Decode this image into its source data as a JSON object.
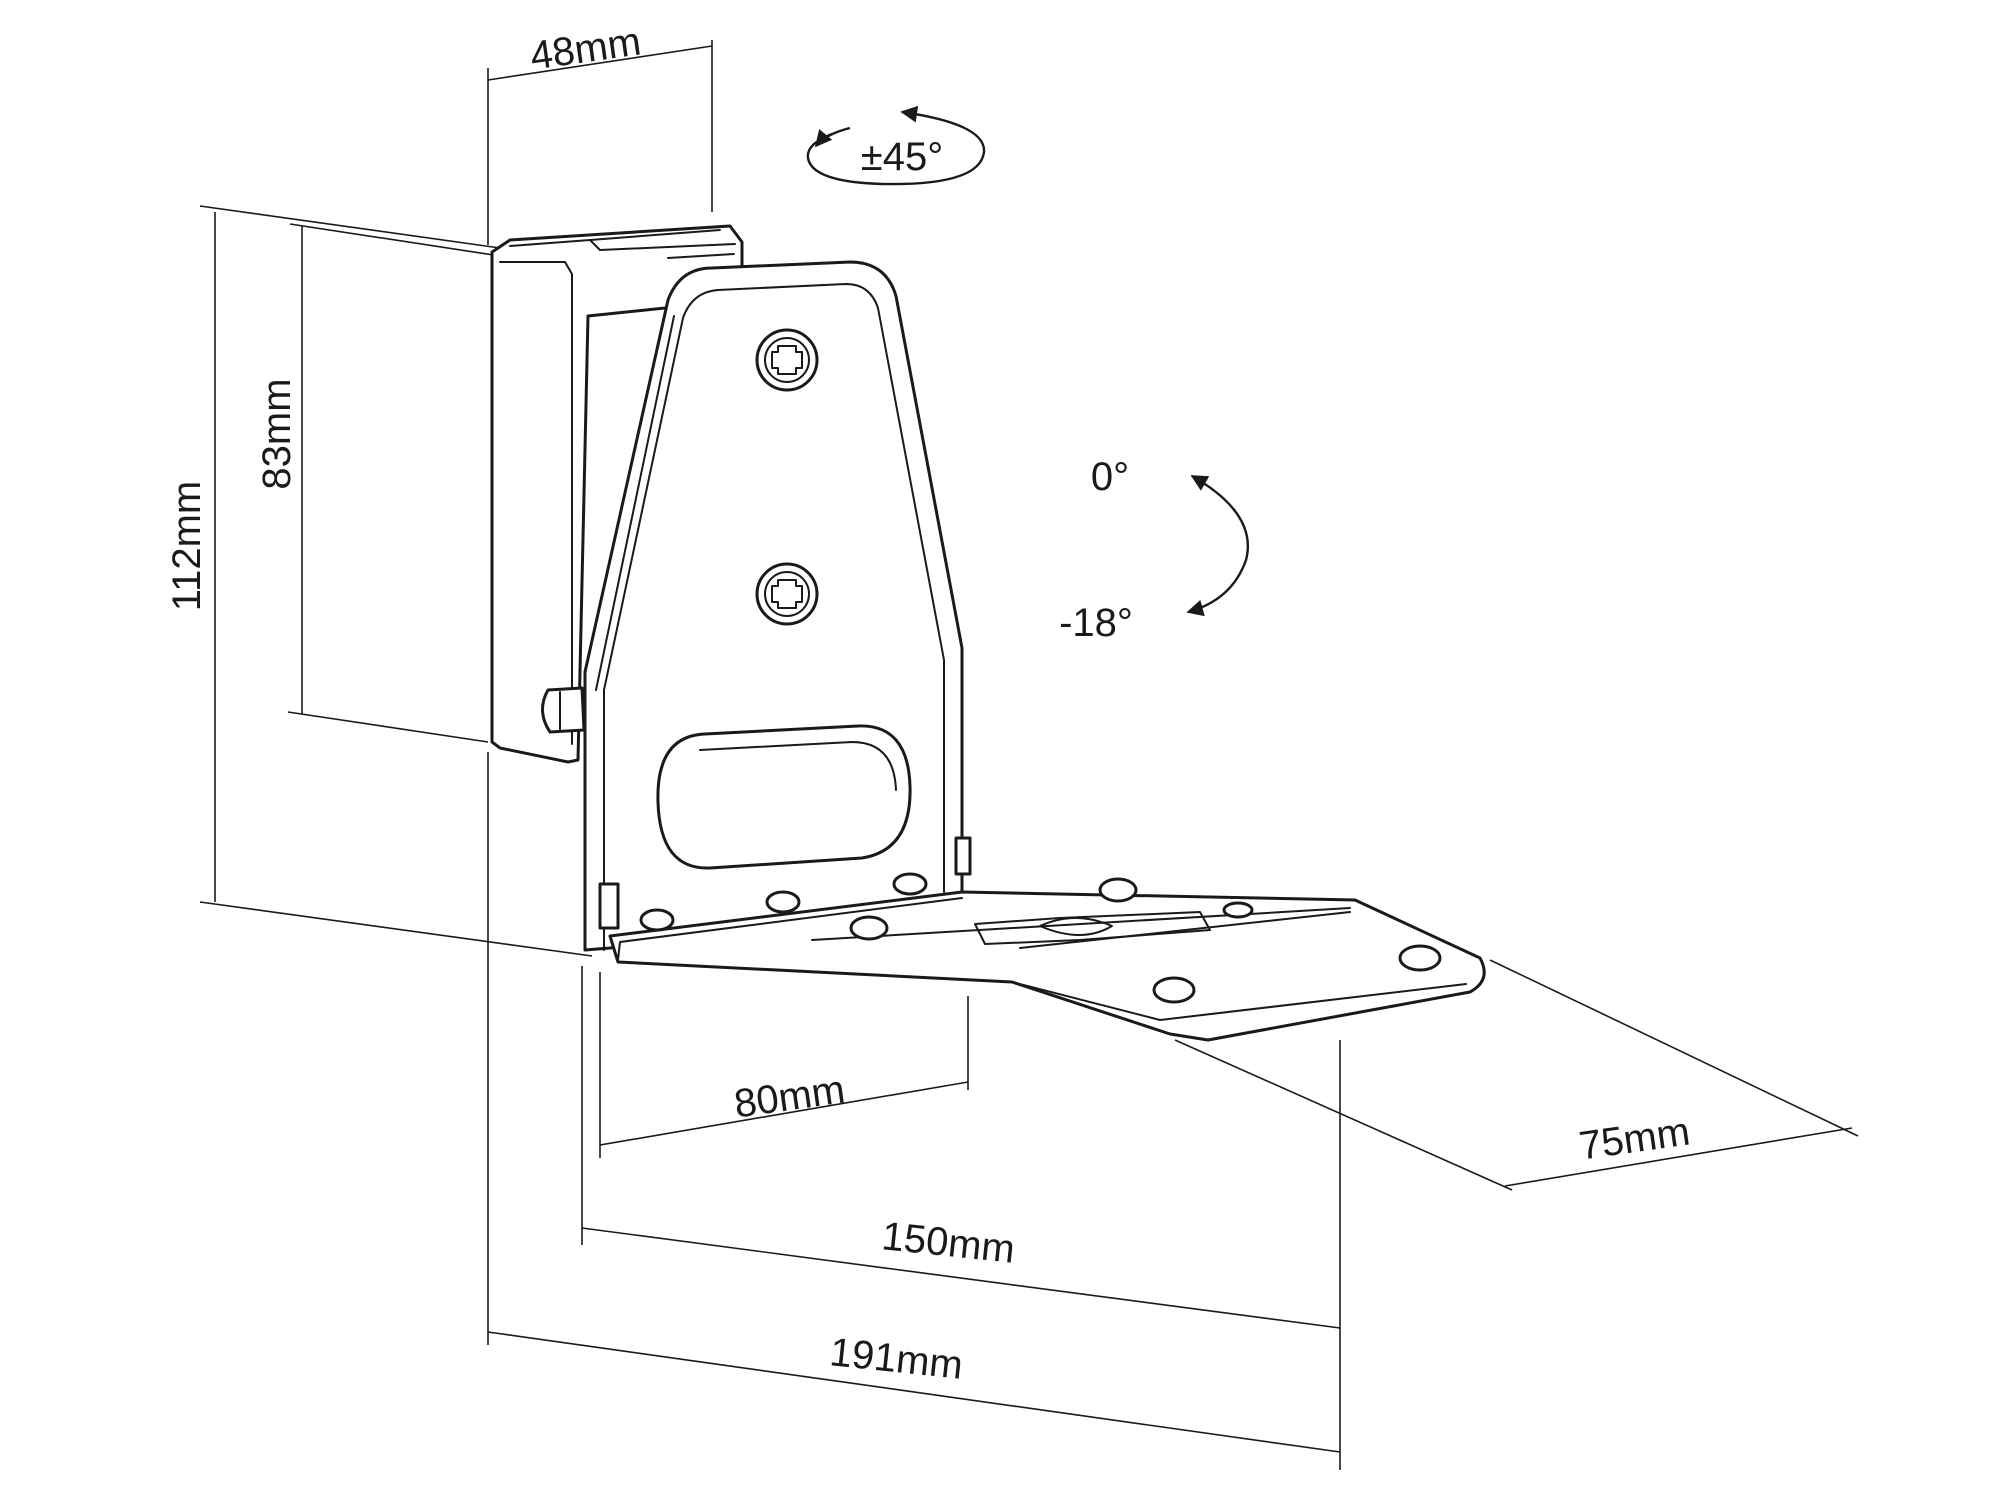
{
  "dimensions": {
    "width_top": "48mm",
    "height_total": "112mm",
    "height_plate": "83mm",
    "depth_arm": "80mm",
    "depth_mid": "150mm",
    "depth_total": "191mm",
    "platform_width": "75mm"
  },
  "angles": {
    "swivel": "±45°",
    "tilt_top": "0°",
    "tilt_bottom": "-18°"
  }
}
